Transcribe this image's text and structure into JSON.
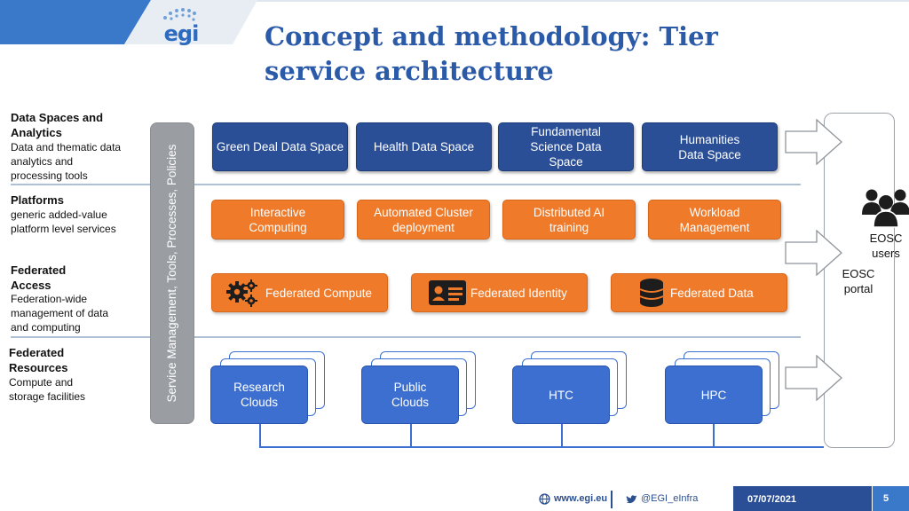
{
  "header": {
    "logo_text": "egi",
    "title": "Concept and methodology: Tier service architecture"
  },
  "tiers": [
    {
      "title": "Data Spaces and Analytics",
      "desc": "Data and thematic data analytics and processing tools"
    },
    {
      "title": "Platforms",
      "desc": "generic added-value platform level services"
    },
    {
      "title": "Federated Access",
      "desc": "Federation-wide management of data and computing"
    },
    {
      "title": "Federated Resources",
      "desc": "Compute and storage facilities"
    }
  ],
  "side_bar": "Service Management, Tools, Processes, Policies",
  "data_spaces": [
    "Green Deal Data Space",
    "Health Data Space",
    "Fundamental Science Data Space",
    "Humanities Data Space"
  ],
  "platforms": [
    "Interactive Computing",
    "Automated Cluster deployment",
    "Distributed AI training",
    "Workload Management"
  ],
  "federated_access": [
    {
      "label": "Federated Compute",
      "icon": "gears-icon"
    },
    {
      "label": "Federated Identity",
      "icon": "id-card-icon"
    },
    {
      "label": "Federated Data",
      "icon": "database-icon"
    }
  ],
  "resources": [
    "Research Clouds",
    "Public Clouds",
    "HTC",
    "HPC"
  ],
  "eosc": {
    "users": "EOSC users",
    "portal": "EOSC portal"
  },
  "footer": {
    "website": "www.egi.eu",
    "twitter": "@EGI_eInfra",
    "date": "07/07/2021",
    "page": "5"
  },
  "colors": {
    "dark_blue": "#2a4f96",
    "orange": "#ee7a2a",
    "resource_blue": "#3c6fd0",
    "header_blue": "#2b5aa8"
  }
}
